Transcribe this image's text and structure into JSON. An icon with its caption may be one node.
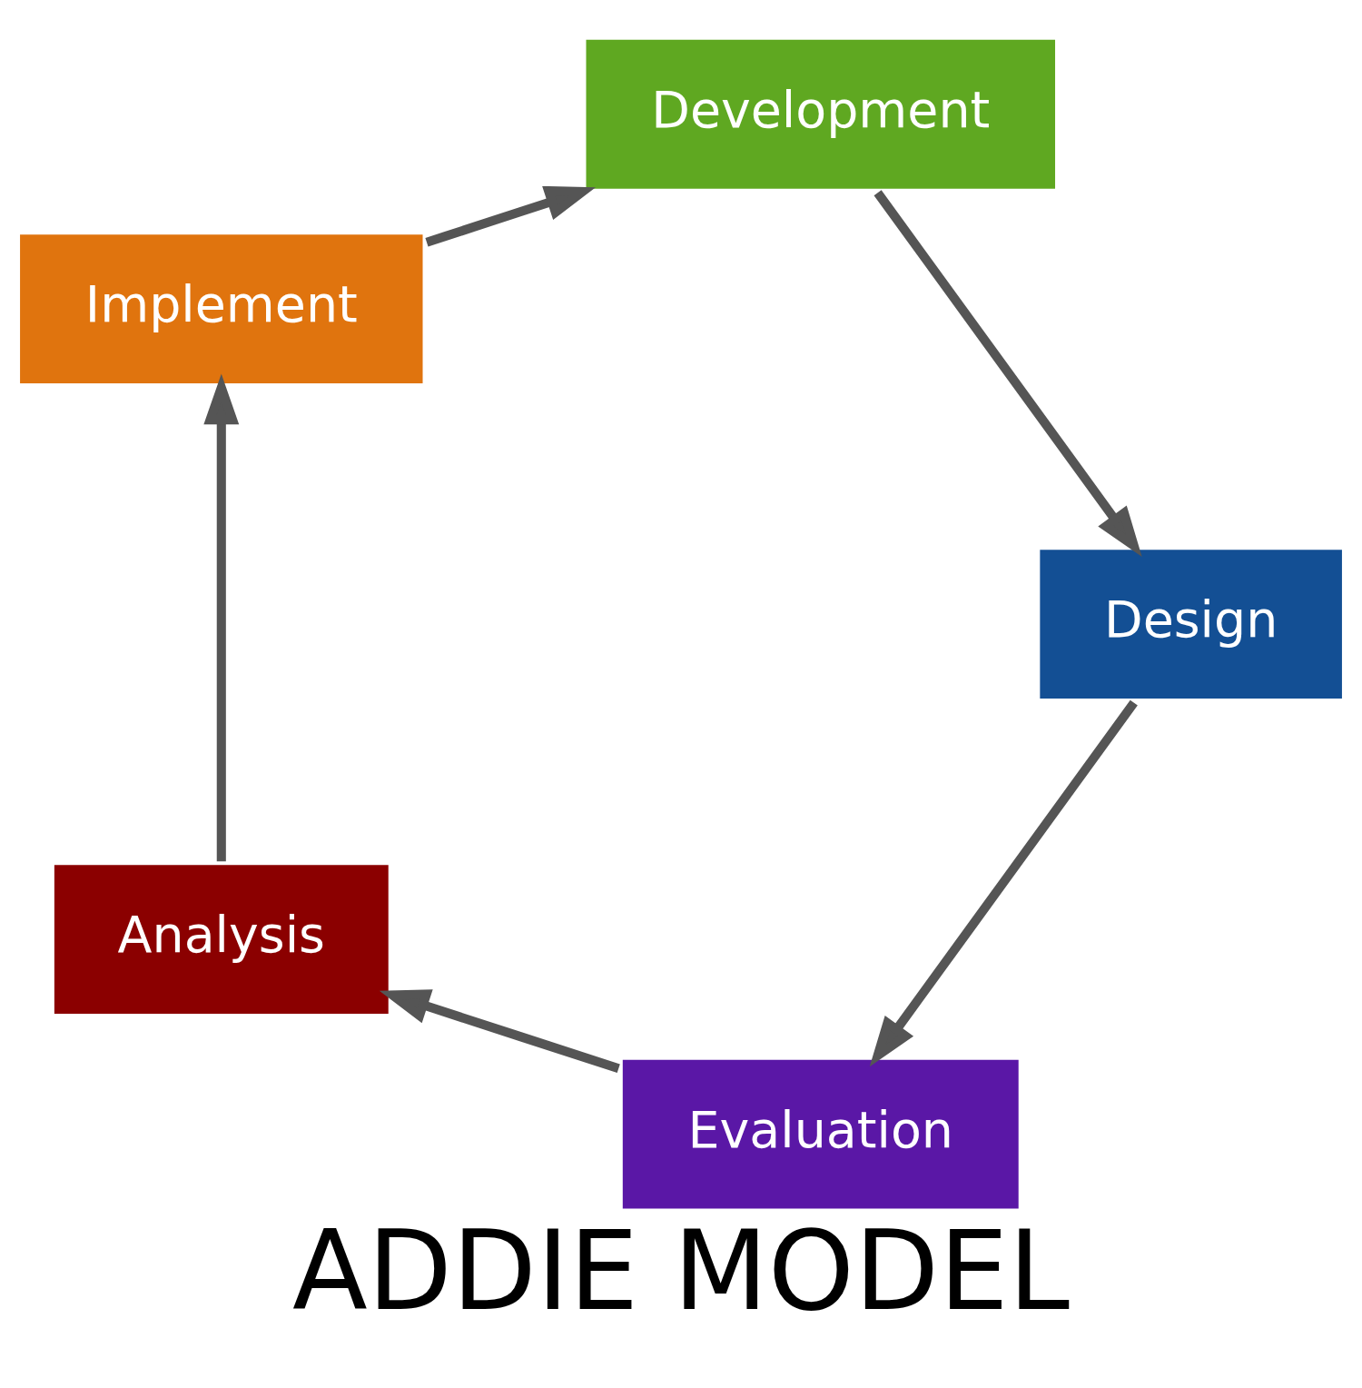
{
  "diagram": {
    "title": "ADDIE MODEL",
    "nodes": [
      {
        "text": [
          "Evaluation"
        ]
      },
      {
        "text": [
          "Analysis"
        ]
      },
      {
        "text": [
          "Implement"
        ]
      },
      {
        "text": [
          "Development"
        ]
      },
      {
        "text": [
          "Design"
        ]
      }
    ],
    "edges": [
      {
        "from": 1,
        "to": 2,
        "arrow": "to"
      },
      {
        "from": 2,
        "to": 3,
        "arrow": "to"
      },
      {
        "from": 3,
        "to": 4,
        "arrow": "to"
      },
      {
        "from": 4,
        "to": 0,
        "arrow": "to"
      },
      {
        "from": 0,
        "to": 1,
        "arrow": "to"
      }
    ]
  }
}
